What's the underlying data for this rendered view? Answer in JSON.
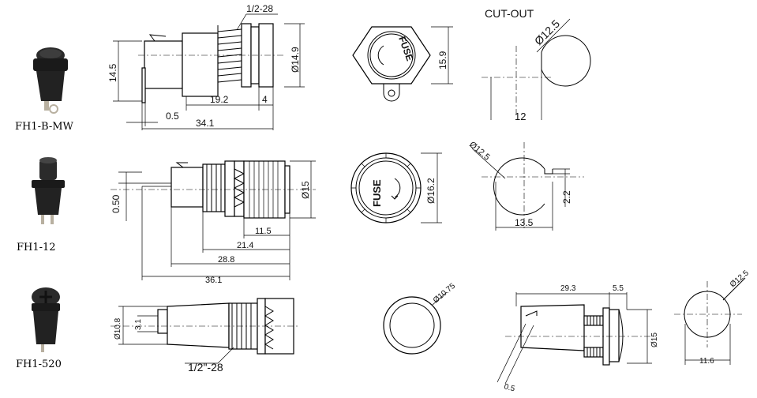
{
  "models": [
    {
      "name": "FH1-B-MW"
    },
    {
      "name": "FH1-12"
    },
    {
      "name": "FH1-520"
    }
  ],
  "row1": {
    "thread": "1/2-28",
    "height": "14.5",
    "dia": "Ø14.9",
    "len_a": "19.2",
    "len_b": "4",
    "tab": "0.5",
    "total": "34.1",
    "nut": "15.9",
    "cap_text": "FUSE",
    "cutout_title": "CUT-OUT",
    "cutout_dia": "Ø12.5",
    "cutout_flat": "12"
  },
  "row2": {
    "tab": "0.50",
    "dia": "Ø15",
    "len_a": "11.5",
    "len_b": "21.4",
    "len_c": "28.8",
    "len_d": "36.1",
    "cap_text": "FUSE",
    "cap_dia": "Ø16.2",
    "cutout_dia": "Ø12.5",
    "cutout_key": "2.2",
    "cutout_width": "13.5"
  },
  "row3": {
    "dia_body": "Ø10.8",
    "tab": "3.1",
    "thread": "1/2\"-28",
    "cap_dia": "Ø10.75",
    "len_a": "29.3",
    "len_b": "5.5",
    "dia": "Ø15",
    "tab_b": "0.5",
    "cutout_dia": "Ø12.5",
    "cutout_width": "11.6"
  },
  "colors": {
    "ink": "#000000",
    "photo_dark": "#1a1a1a",
    "photo_mid": "#3a3a3a",
    "metal": "#b8b0a0"
  }
}
